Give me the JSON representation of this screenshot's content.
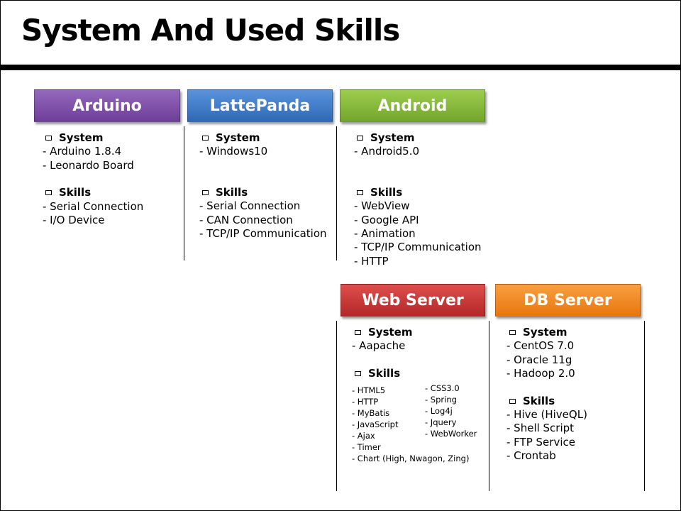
{
  "title": "System And Used Skills",
  "colors": {
    "arduino": "#7e4ea8",
    "lattepanda": "#3d7ac8",
    "android": "#86b93a",
    "web": "#c93535",
    "db": "#f0861e"
  },
  "cards": {
    "arduino": {
      "label": "Arduino",
      "system_heading": "System",
      "system": [
        "- Arduino 1.8.4",
        "- Leonardo Board"
      ],
      "skills_heading": "Skills",
      "skills": [
        "- Serial Connection",
        "- I/O Device"
      ]
    },
    "lattepanda": {
      "label": "LattePanda",
      "system_heading": "System",
      "system": [
        "- Windows10"
      ],
      "skills_heading": "Skills",
      "skills": [
        "- Serial Connection",
        "- CAN Connection",
        "- TCP/IP Communication"
      ]
    },
    "android": {
      "label": "Android",
      "system_heading": "System",
      "system": [
        "- Android5.0"
      ],
      "skills_heading": "Skills",
      "skills": [
        "- WebView",
        "- Google API",
        "- Animation",
        "- TCP/IP Communication",
        "- HTTP"
      ]
    },
    "web": {
      "label": "Web Server",
      "system_heading": "System",
      "system": [
        "- Aapache"
      ],
      "skills_heading": "Skills",
      "skills_left": [
        "- HTML5",
        "- HTTP",
        "- MyBatis",
        "- JavaScript",
        "- Ajax",
        "- Timer",
        "- Chart (High,  Nwagon, Zing)"
      ],
      "skills_right": [
        "- CSS3.0",
        "- Spring",
        "- Log4j",
        "- Jquery",
        "- WebWorker"
      ]
    },
    "db": {
      "label": "DB Server",
      "system_heading": "System",
      "system": [
        "- CentOS 7.0",
        "- Oracle 11g",
        "- Hadoop 2.0"
      ],
      "skills_heading": "Skills",
      "skills": [
        "- Hive (HiveQL)",
        "- Shell Script",
        "- FTP Service",
        "- Crontab"
      ]
    }
  }
}
